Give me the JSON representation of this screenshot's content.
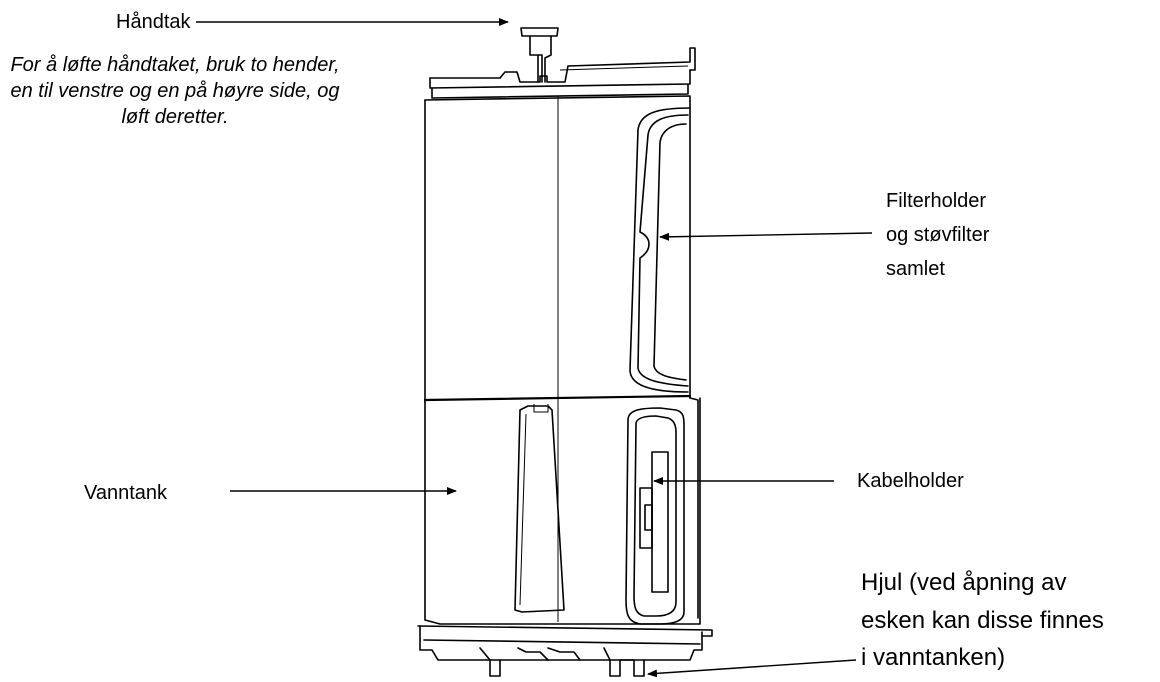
{
  "labels": {
    "handle": "Håndtak",
    "handle_note": "For å løfte håndtaket, bruk to hender, en til venstre og en på høyre side, og løft deretter.",
    "filter_line1": "Filterholder",
    "filter_line2": "og støvfilter",
    "filter_line3": "samlet",
    "water_tank": "Vanntank",
    "cable_holder": "Kabelholder",
    "wheels_line1": "Hjul (ved åpning av",
    "wheels_line2": "esken kan disse finnes",
    "wheels_line3": "i vanntanken)"
  }
}
